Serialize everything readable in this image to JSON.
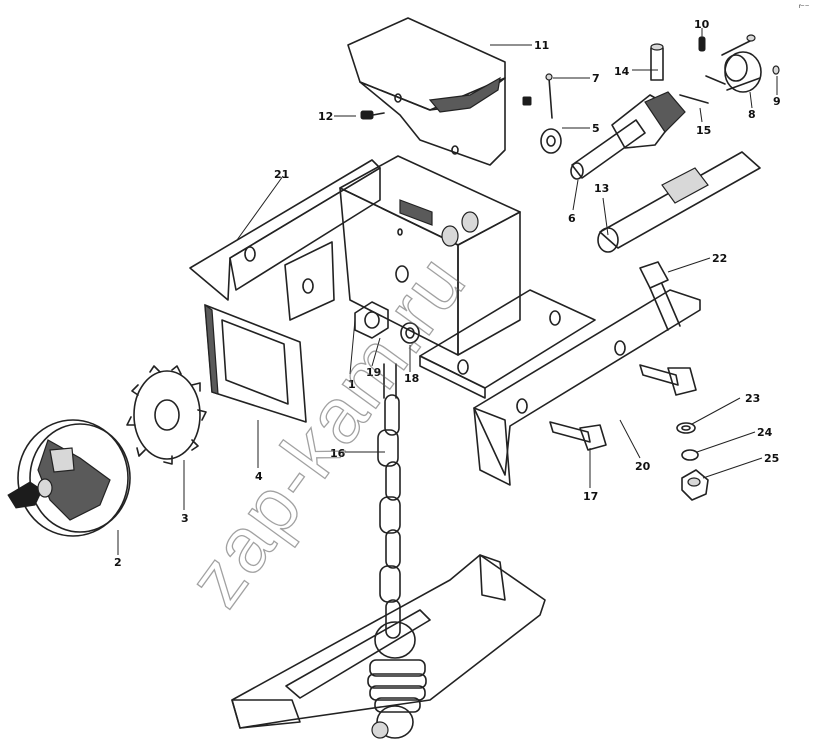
{
  "watermark": "zap-kam.ru",
  "corner_mark": "ͬ⁻⁻",
  "callouts": [
    "1",
    "2",
    "3",
    "4",
    "5",
    "6",
    "7",
    "8",
    "9",
    "10",
    "11",
    "12",
    "13",
    "14",
    "15",
    "16",
    "17",
    "18",
    "19",
    "20",
    "21",
    "22",
    "23",
    "24",
    "25"
  ]
}
